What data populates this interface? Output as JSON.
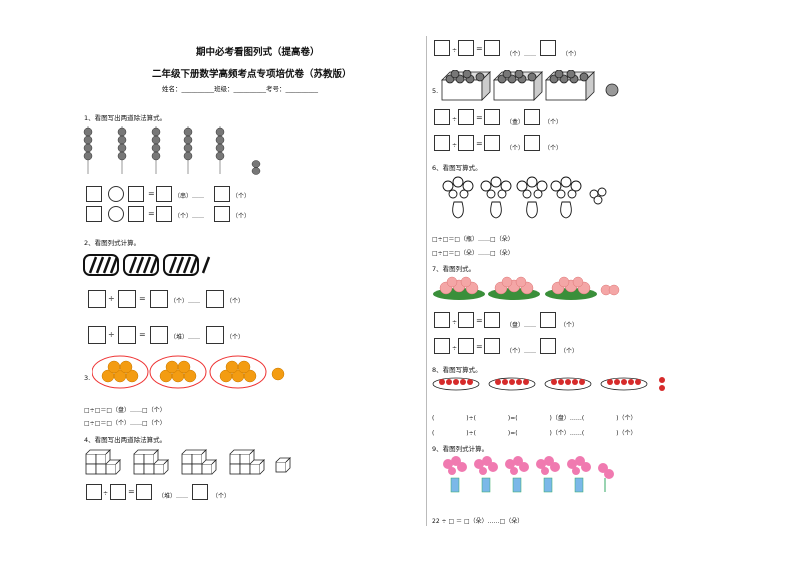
{
  "header": {
    "title1": "期中必考看图列式（提高卷）",
    "title2": "二年级下册数学高频考点专项培优卷（苏教版）",
    "info": "姓名：__________班级：__________考号：__________"
  },
  "left": {
    "q1": {
      "label": "1、看图写出两道除法算式。",
      "row1": {
        "op": "=",
        "u1": "（串）……",
        "u2": "（个）"
      },
      "row2": {
        "op": "=",
        "u1": "（个）……",
        "u2": "（个）"
      }
    },
    "q2": {
      "label": "2、看图列式计算。",
      "row1": {
        "div": "÷",
        "eq": "=",
        "u1": "（个）……",
        "u2": "（个）"
      },
      "row2": {
        "div": "÷",
        "eq": "=",
        "u1": "（堆）……",
        "u2": "（个）"
      }
    },
    "q3": {
      "label": "3.",
      "line1": "□÷□＝□（盘）……□（个）",
      "line2": "□÷□＝□（个）……□（个）"
    },
    "q4": {
      "label": "4、看图写出两道除法算式。",
      "row1": {
        "div": "÷",
        "eq": "=",
        "u1": "（堆）……",
        "u2": "（个）"
      }
    }
  },
  "right": {
    "top": {
      "div": "÷",
      "eq": "=",
      "u1": "（个）……",
      "u2": "（个）"
    },
    "q5": {
      "label": "5.",
      "row1": {
        "div": "÷",
        "eq": "=",
        "u1": "（盒）……",
        "u2": "（个）"
      }
    },
    "q6": {
      "label": "6、看图写算式。",
      "line1": "□÷□＝□（瓶）……□（朵）",
      "line2": "□÷□＝□（朵）……□（朵）"
    },
    "q7": {
      "label": "7、看图列式。",
      "row1": {
        "div": "÷",
        "eq": "=",
        "u1": "（盘）……",
        "u2": "（个）"
      },
      "row2": {
        "div": "÷",
        "eq": "=",
        "u1": "（个）……",
        "u2": "（个）"
      }
    },
    "q8": {
      "label": "8、看图写算式。",
      "line1": [
        "(",
        ")÷(",
        ")=(",
        ")（盘）……(",
        ")（个）"
      ],
      "line2": [
        "(",
        ")÷(",
        ")=(",
        ")（个）……(",
        ")（个）"
      ]
    },
    "q9": {
      "label": "9、看图列式计算。",
      "line1": "22 ÷ □ ＝ □（朵）……□（朵）"
    }
  },
  "colors": {
    "orange": "#f39c12",
    "peach": "#f4a6a6",
    "strawberry": "#d62b2b",
    "plateGreen": "#3a8f3a",
    "ellipseRed": "#e33"
  }
}
